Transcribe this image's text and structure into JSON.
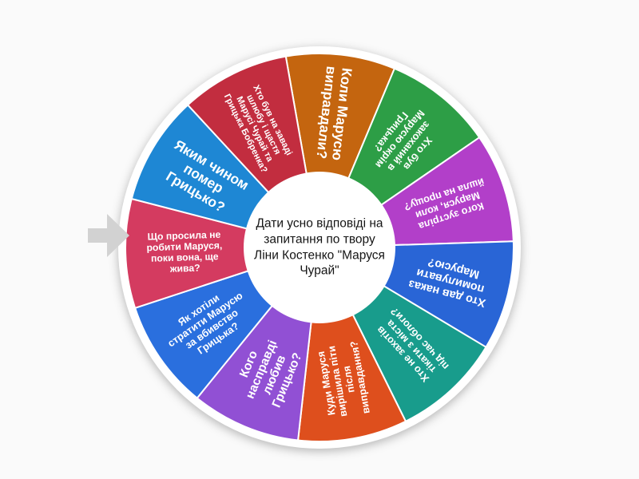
{
  "page": {
    "background": "#fafafa"
  },
  "wheel": {
    "center_text": "Дати усно відповіді на запитання по твору Ліни Костенко \"Маруся Чурай\"",
    "center_text_color": "#151515",
    "text_color": "#ffffff",
    "pointer_color": "#d2d2d2",
    "start_angle_deg": -10,
    "segments": [
      {
        "label": "Коли Марусю виправдали?",
        "color": "#C4650F"
      },
      {
        "label": "Хто був закоханий в Марусю окрім Грицька?",
        "color": "#2D9E46"
      },
      {
        "label": "Кого зустріла Маруся, коли йшла на прощу?",
        "color": "#B23FC9"
      },
      {
        "label": "Хто дав наказ помилувати Марусю?",
        "color": "#2965D6"
      },
      {
        "label": "Хто не захотів тікати з міста під час облоги?",
        "color": "#189C8C"
      },
      {
        "label": "Куди Маруся вирішила піти після виправдання?",
        "color": "#DE4F1D"
      },
      {
        "label": "Кого насправді любив Грицько?",
        "color": "#9150D4"
      },
      {
        "label": "Як хотіли стратити Марусю за вбивство Грицька?",
        "color": "#2A6FDE"
      },
      {
        "label": "Що просила не робити Маруся, поки вона, ще жива?",
        "color": "#D43B60"
      },
      {
        "label": "Яким чином помер Грицько?",
        "color": "#1E87D4"
      },
      {
        "label": "Хто був на заваді шлюбу і щастя Марусі Чурай та Грицька Бобренка?",
        "color": "#C22D3F"
      }
    ]
  }
}
